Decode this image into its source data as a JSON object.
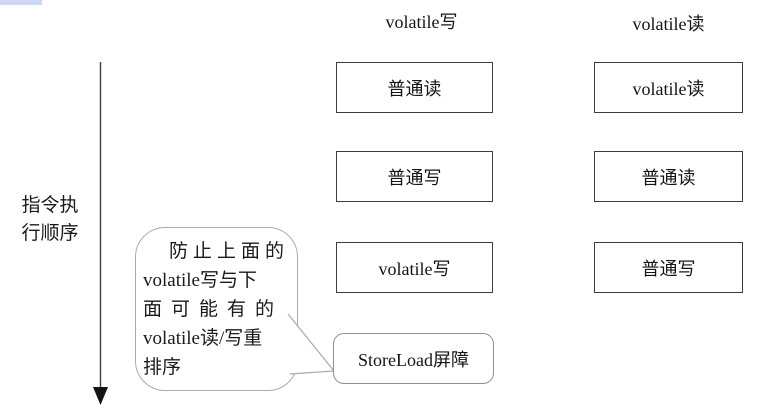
{
  "page": {
    "background": "#ffffff",
    "highlight_color": "#cdd8f6"
  },
  "columns": {
    "left_header": "volatile写",
    "right_header": "volatile读"
  },
  "execution_order": {
    "label_line1": "指令执",
    "label_line2": "行顺序"
  },
  "left_column": {
    "row1": "普通读",
    "row2": "普通写",
    "row3": "volatile写",
    "barrier": "StoreLoad屏障"
  },
  "right_column": {
    "row1": "volatile读",
    "row2": "普通读",
    "row3": "普通写"
  },
  "callout": {
    "line1": "防止上面的",
    "line2": "volatile写与下",
    "line3": "面可能有的",
    "line4": "volatile读/写重",
    "line5": "排序"
  },
  "colors": {
    "box_border": "#3c3c3c",
    "soft_border": "#ababab",
    "arrow": "#1a1a1a",
    "text": "#1c1c1c"
  }
}
